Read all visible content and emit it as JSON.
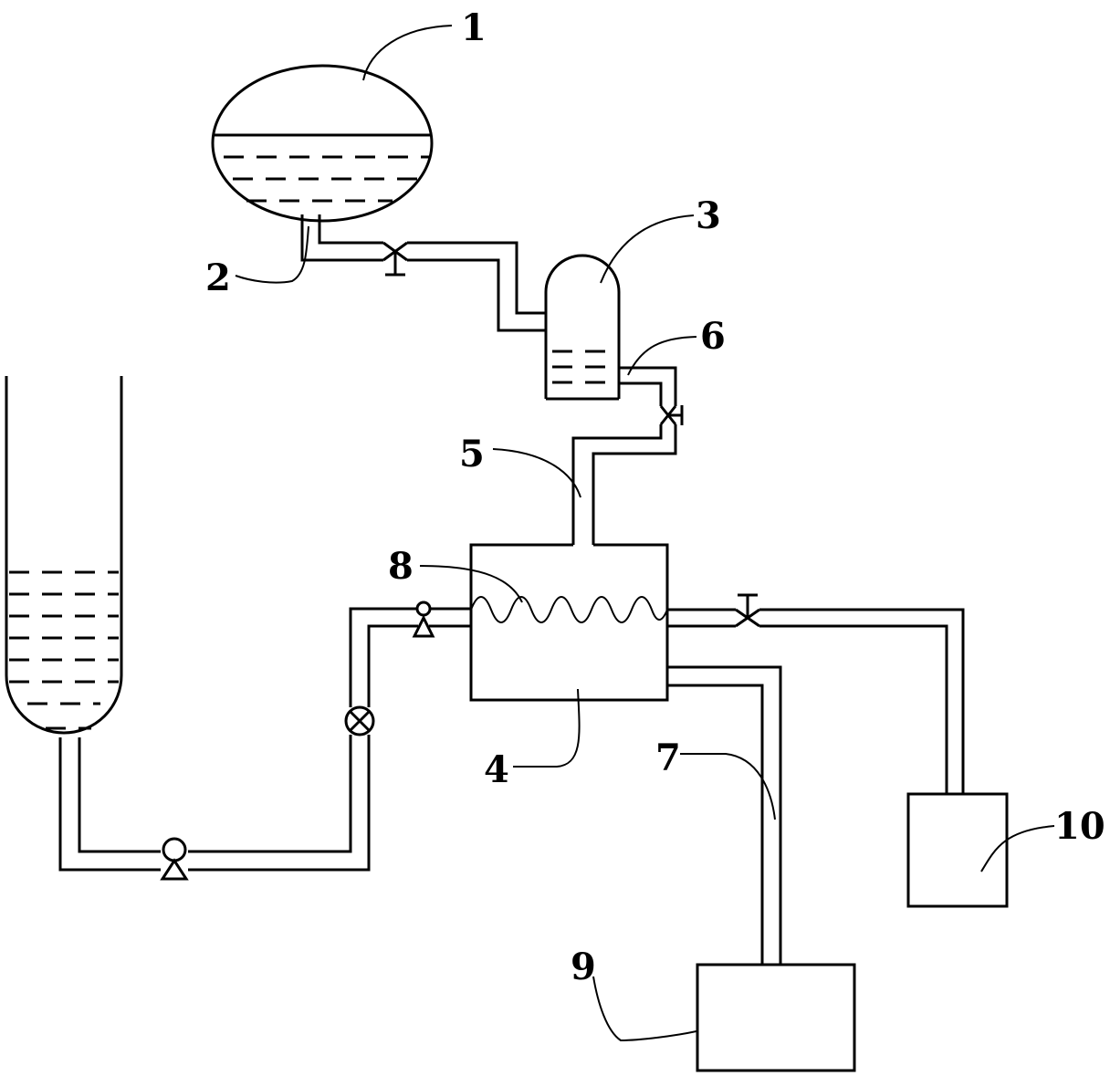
{
  "labels": {
    "l1": "1",
    "l2": "2",
    "l3": "3",
    "l4": "4",
    "l5": "5",
    "l6": "6",
    "l7": "7",
    "l8": "8",
    "l9": "9",
    "l10": "10"
  },
  "colors": {
    "stroke": "#000000",
    "background": "#ffffff"
  },
  "icons": [
    "gate-valve-icon",
    "pump-icon",
    "flow-meter-icon",
    "check-valve-icon",
    "heating-coil-icon"
  ]
}
